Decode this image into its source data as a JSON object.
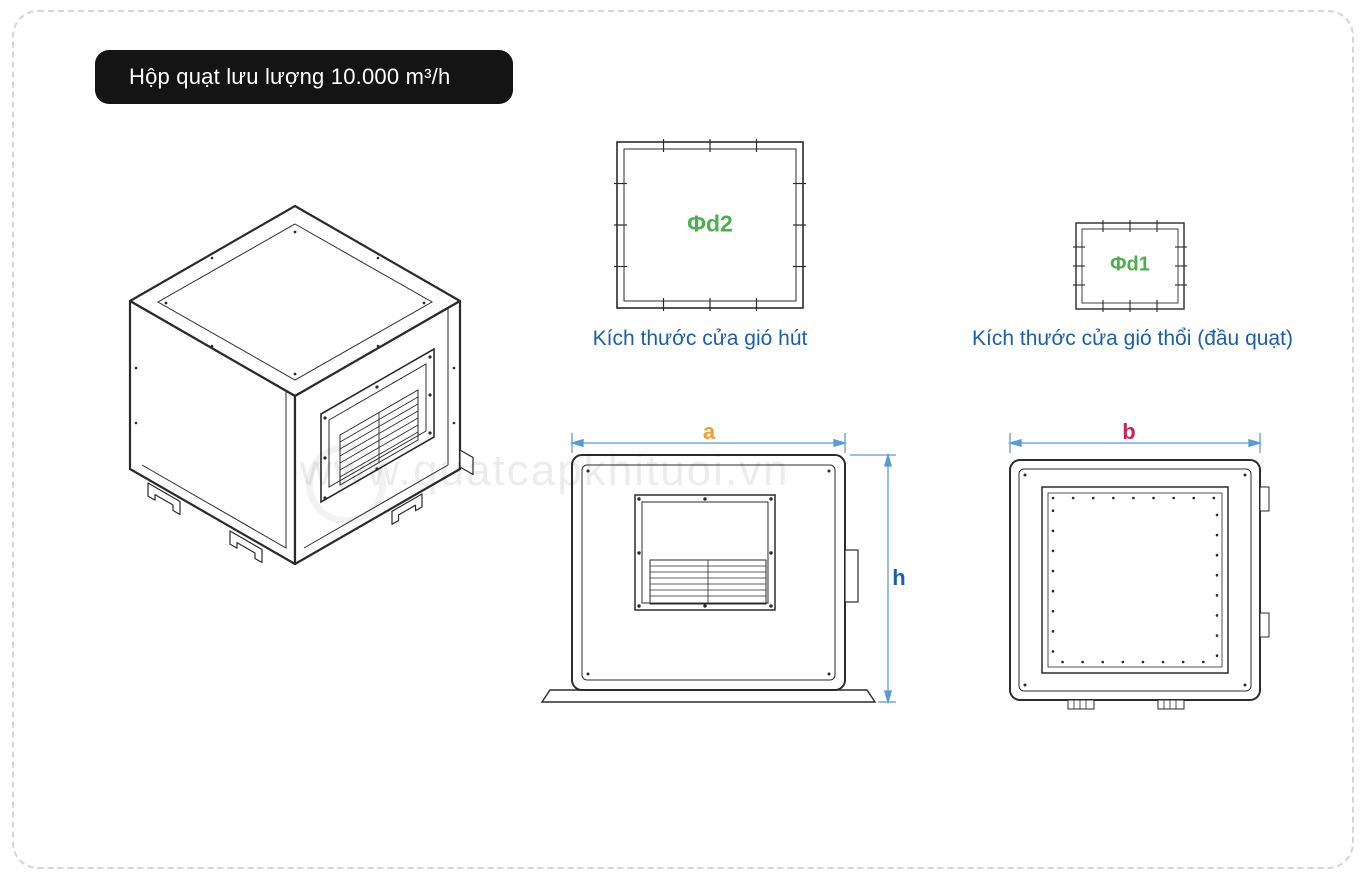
{
  "badge": {
    "text": "Hộp quạt lưu lượng 10.000 m³/h"
  },
  "suction": {
    "label": "Φd2",
    "caption": "Kích thước cửa gió hút"
  },
  "discharge": {
    "label": "Φd1",
    "caption": "Kích thước cửa gió thổi (đầu quạt)"
  },
  "front_view": {
    "width_label": "a",
    "height_label": "h"
  },
  "rear_view": {
    "width_label": "b"
  },
  "watermark": {
    "text": "www.quatcapkhituoi.vn"
  },
  "colors": {
    "badge_bg": "#141414",
    "badge_text": "#ffffff",
    "accent_green": "#4caf50",
    "caption_blue": "#1a5fa8",
    "dim_letter_a": "#f0a030",
    "dim_letter_h": "#1a5fa8",
    "dim_letter_b": "#cc2255",
    "dimension_line": "#5b9bd5",
    "drawing_line": "#2b2b2b",
    "dashed_border": "#d6d6d6"
  }
}
